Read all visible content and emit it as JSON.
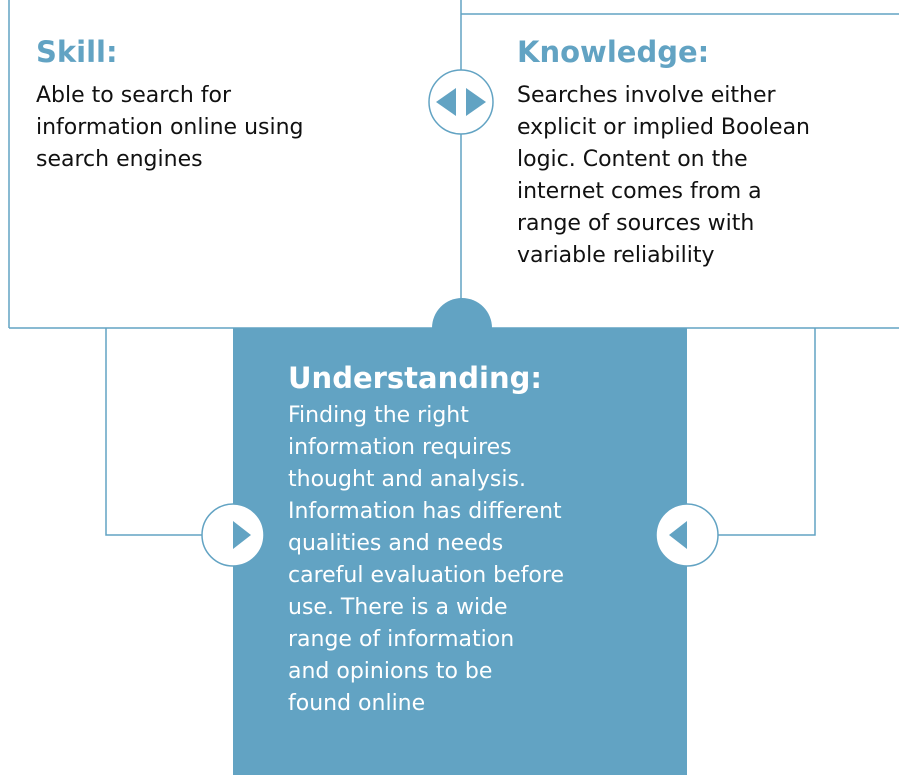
{
  "colors": {
    "accent": "#62a3c3",
    "heading_text": "#62a3c3",
    "body_text": "#111111",
    "box_text": "#ffffff",
    "line": "#62a3c3",
    "background": "#ffffff"
  },
  "skill": {
    "heading": "Skill:",
    "lines": [
      "Able to search for",
      "information online using",
      "search engines"
    ]
  },
  "knowledge": {
    "heading": "Knowledge:",
    "lines": [
      "Searches involve either",
      "explicit or implied Boolean",
      "logic. Content on the",
      "internet comes from a",
      "range of sources with",
      "variable reliability"
    ]
  },
  "understanding": {
    "heading": "Understanding:",
    "lines": [
      "Finding the right",
      "information requires",
      "thought and analysis.",
      "Information has different",
      "qualities and needs",
      "careful evaluation before",
      "use. There is a wide",
      "range of information",
      "and opinions to be",
      "found online"
    ]
  },
  "icons": {
    "top_connector": "double-arrow-left-right-icon",
    "left_connector": "arrow-right-icon",
    "right_connector": "arrow-left-icon"
  }
}
